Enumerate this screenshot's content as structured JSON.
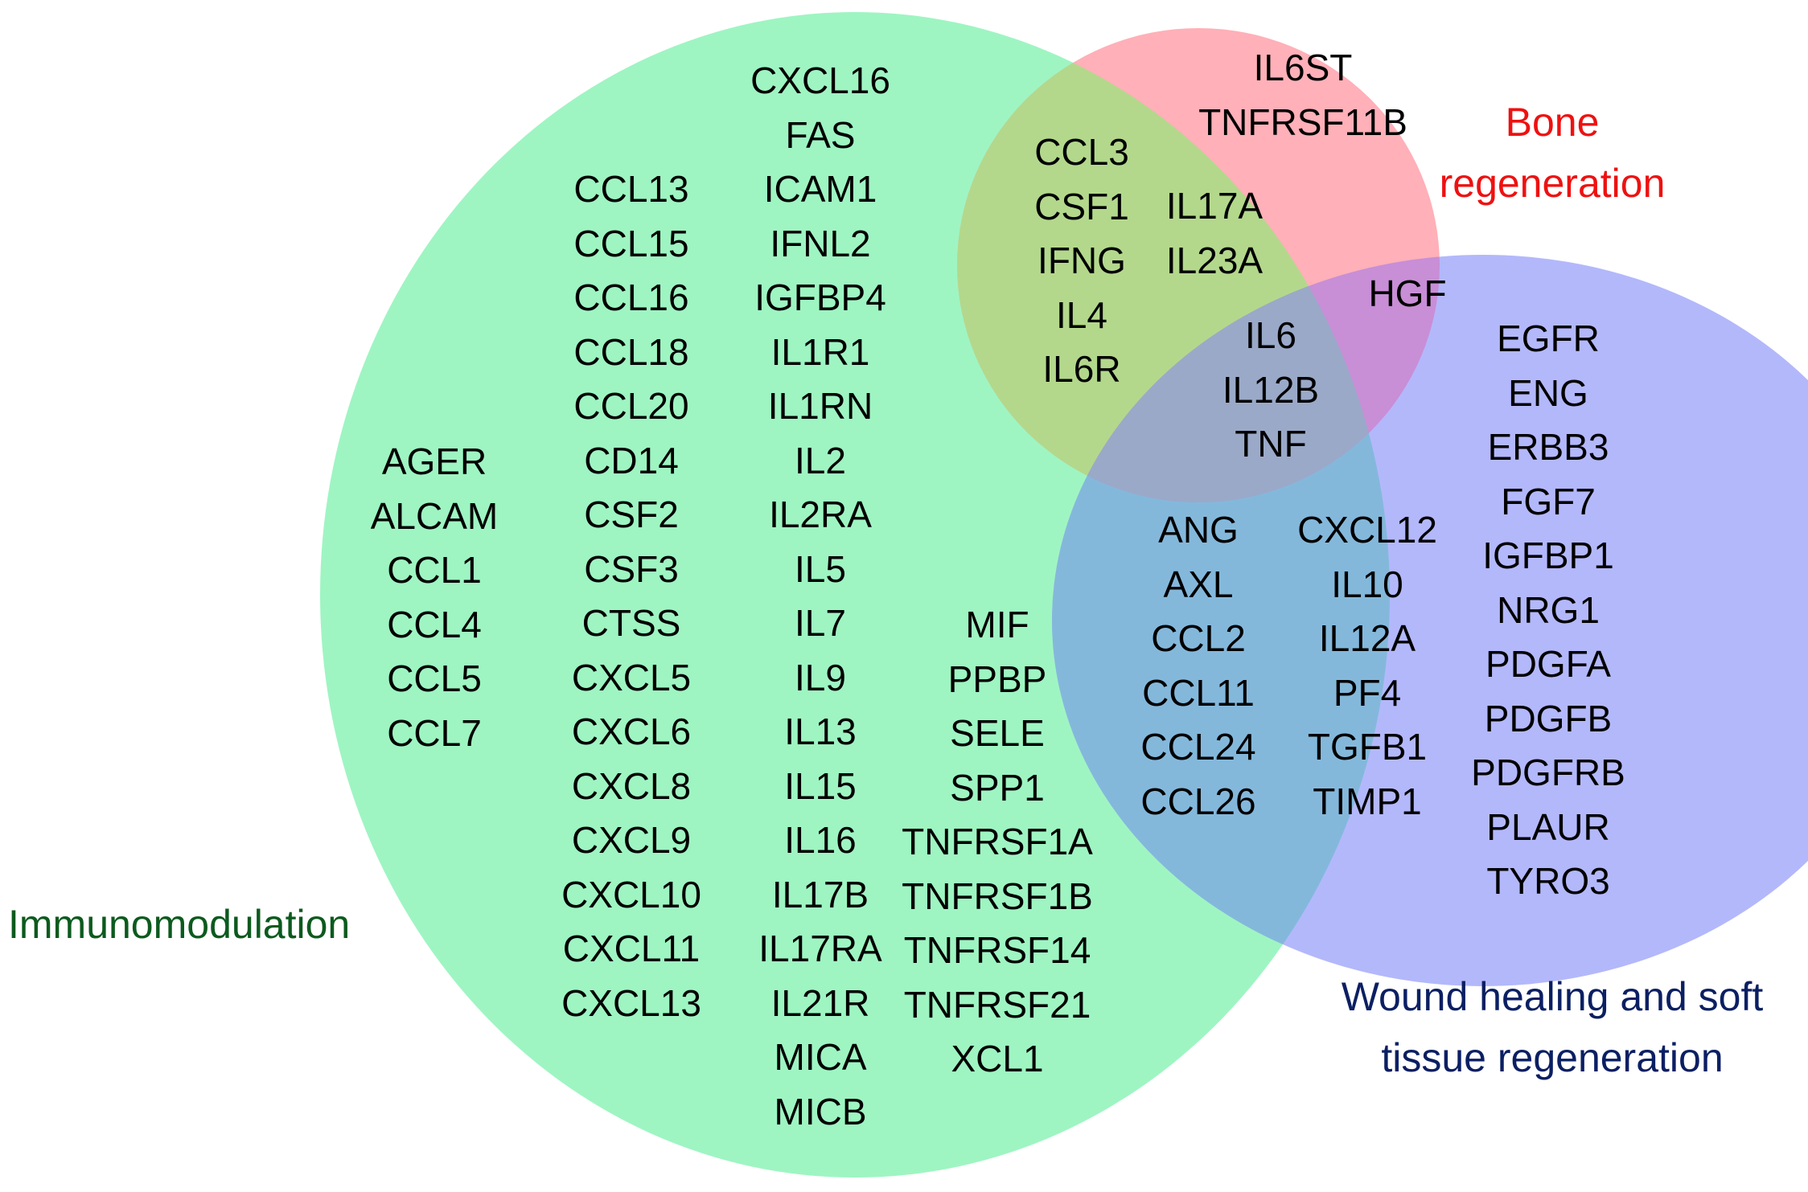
{
  "sets": {
    "immuno": {
      "label": "Immunomodulation",
      "fill": "#9ef5c2",
      "label_color": "#0c5a1e"
    },
    "bone": {
      "label_line1": "Bone",
      "label_line2": "regeneration",
      "fill": "#ffb0b8",
      "label_color": "#ee1111"
    },
    "wound": {
      "label_line1": "Wound healing and soft",
      "label_line2": "tissue regeneration",
      "fill": "#b3b8fb",
      "label_color": "#0b1f63"
    }
  },
  "regions": {
    "immuno_only_col1": [
      "AGER",
      "ALCAM",
      "CCL1",
      "CCL4",
      "CCL5",
      "CCL7"
    ],
    "immuno_only_col2": [
      "CCL13",
      "CCL15",
      "CCL16",
      "CCL18",
      "CCL20",
      "CD14",
      "CSF2",
      "CSF3",
      "CTSS",
      "CXCL5",
      "CXCL6",
      "CXCL8",
      "CXCL9",
      "CXCL10",
      "CXCL11",
      "CXCL13"
    ],
    "immuno_only_col3": [
      "CXCL16",
      "FAS",
      "ICAM1",
      "IFNL2",
      "IGFBP4",
      "IL1R1",
      "IL1RN",
      "IL2",
      "IL2RA",
      "IL5",
      "IL7",
      "IL9",
      "IL13",
      "IL15",
      "IL16",
      "IL17B",
      "IL17RA",
      "IL21R",
      "MICA",
      "MICB"
    ],
    "immuno_only_col4": [
      "MIF",
      "PPBP",
      "SELE",
      "SPP1",
      "TNFRSF1A",
      "TNFRSF1B",
      "TNFRSF14",
      "TNFRSF21",
      "XCL1"
    ],
    "immuno_bone_col1": [
      "CCL3",
      "CSF1",
      "IFNG",
      "IL4",
      "IL6R"
    ],
    "immuno_bone_col2": [
      "IL17A",
      "IL23A"
    ],
    "bone_only": [
      "IL6ST",
      "TNFRSF11B"
    ],
    "all_three": [
      "IL6",
      "IL12B",
      "TNF"
    ],
    "bone_wound": [
      "HGF"
    ],
    "immuno_wound_col1": [
      "ANG",
      "AXL",
      "CCL2",
      "CCL11",
      "CCL24",
      "CCL26"
    ],
    "immuno_wound_col2": [
      "CXCL12",
      "IL10",
      "IL12A",
      "PF4",
      "TGFB1",
      "TIMP1"
    ],
    "wound_only": [
      "EGFR",
      "ENG",
      "ERBB3",
      "FGF7",
      "IGFBP1",
      "NRG1",
      "PDGFA",
      "PDGFB",
      "PDGFRB",
      "PLAUR",
      "TYRO3"
    ]
  }
}
